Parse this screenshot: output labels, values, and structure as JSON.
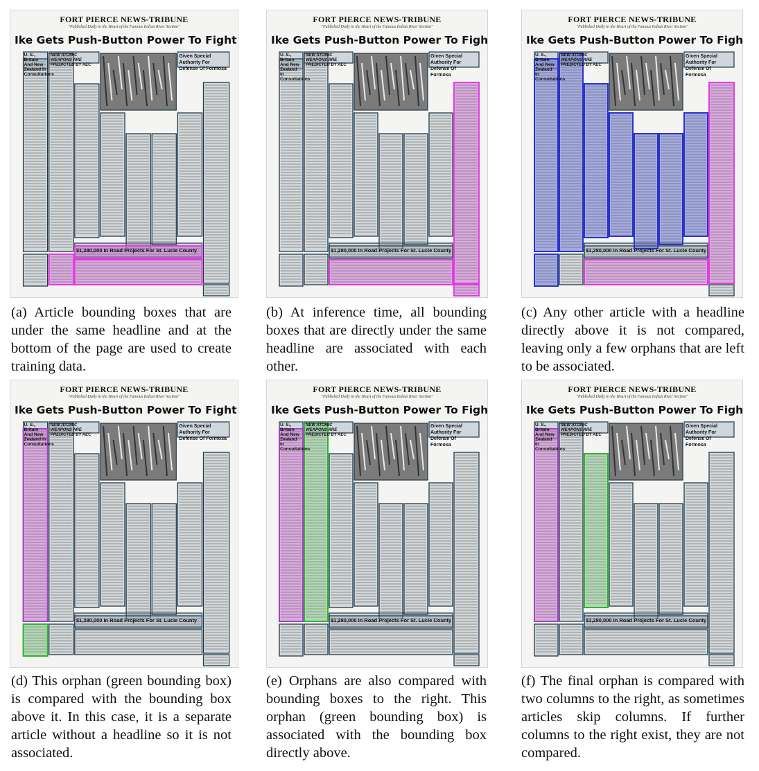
{
  "figure": {
    "newspaper": {
      "masthead": "FORT PIERCE NEWS-TRIBUNE",
      "tagline": "\"Published Daily in the Heart of the Famous Indian River Section\"",
      "main_headline": "Ike Gets Push-Button Power To Fight",
      "left_subhead": "U. S., Britain And New Zealand In Consultations",
      "atomic_subhead": "NEW ATOMIC WEAPONS ARE PREDICTED BY AEC",
      "right_subhead": "Given Special Authority For Defense Of Formosa",
      "bottom_subhead": "$1,280,000 In Road Projects For St. Lucie County"
    },
    "colors": {
      "article_box": "#1f3a4d",
      "highlight_magenta": "#e23ce0",
      "highlight_blue": "#2b34c9",
      "highlight_purple": "#a43fc6",
      "highlight_green": "#2fb52f"
    },
    "panels": [
      {
        "id": "a",
        "caption": "(a) Article bounding boxes that are under the same headline and at the bottom of the page are used to create training data."
      },
      {
        "id": "b",
        "caption": "(b) At inference time, all bounding boxes that are directly under the same headline are associated with each other."
      },
      {
        "id": "c",
        "caption": "(c) Any other article with a headline directly above it is not compared, leaving only a few orphans that are left to be associated."
      },
      {
        "id": "d",
        "caption": "(d) This orphan (green bounding box) is compared with the bounding box above it. In this case, it is a separate article without a headline so it is not associated."
      },
      {
        "id": "e",
        "caption": "(e) Orphans are also compared with bounding boxes to the right. This orphan (green bounding box) is associated with the bounding box directly above."
      },
      {
        "id": "f",
        "caption": "(f) The final orphan is compared with two columns to the right, as sometimes articles skip columns. If further columns to the right exist, they are not compared."
      }
    ]
  }
}
